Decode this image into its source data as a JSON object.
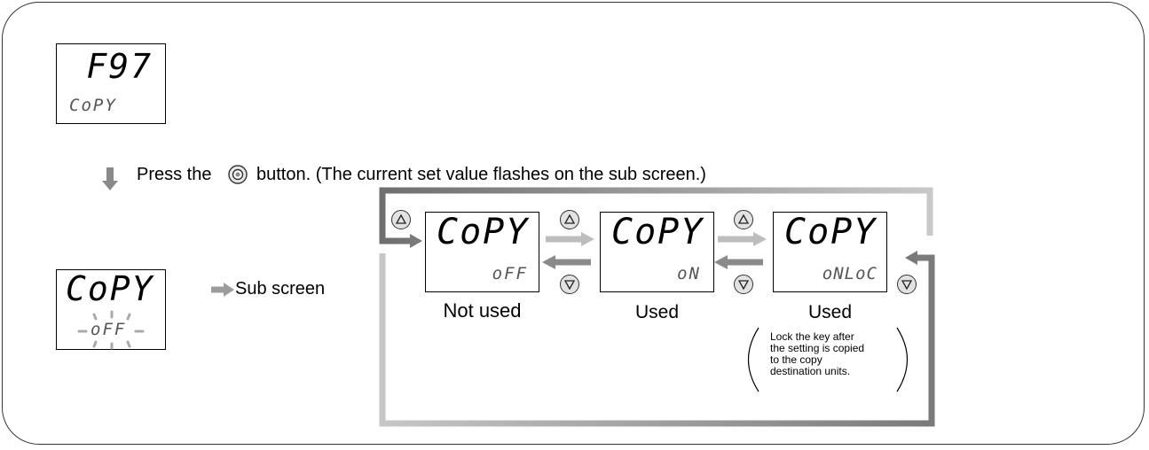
{
  "top_display": {
    "main": "F97",
    "sub": "CoPY"
  },
  "instruction": {
    "prefix": "Press the",
    "suffix": "button. (The current set value flashes on the sub screen.)"
  },
  "flash_display": {
    "main": "CoPY",
    "sub": "oFF"
  },
  "sub_screen_label": "Sub screen",
  "options": [
    {
      "main": "CoPY",
      "sub": "oFF",
      "label": "Not used"
    },
    {
      "main": "CoPY",
      "sub": "oN",
      "label": "Used"
    },
    {
      "main": "CoPY",
      "sub": "oNLoC",
      "label": "Used"
    }
  ],
  "note_lines": [
    "Lock the key after",
    "the setting is copied",
    "to the copy",
    "destination units."
  ],
  "icons": {
    "mode_button": "mode-button-icon",
    "up_button": "up-button-icon",
    "down_button": "down-button-icon",
    "arrow": "arrow-icon"
  },
  "colors": {
    "arrow_light": "#bdbdbd",
    "arrow_dark": "#7a7a7a",
    "button_fill": "#e2e2e2"
  }
}
